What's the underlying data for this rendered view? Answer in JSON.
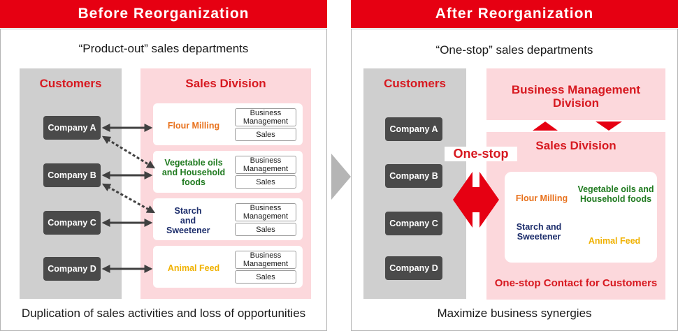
{
  "before": {
    "header": "Before Reorganization",
    "subtitle": "“Product-out” sales departments",
    "customers_title": "Customers",
    "sales_title": "Sales Division",
    "companies": [
      "Company A",
      "Company B",
      "Company C",
      "Company D"
    ],
    "departments": [
      {
        "name": "Flour Milling",
        "color": "#e8711c"
      },
      {
        "name": "Vegetable oils and Household foods",
        "color": "#1f7a1f"
      },
      {
        "name": "Starch and Sweetener",
        "color": "#1c2d6b"
      },
      {
        "name": "Animal Feed",
        "color": "#f0b100"
      }
    ],
    "mini_business": "Business Management",
    "mini_sales": "Sales",
    "footer": "Duplication of sales activities and loss of opportunities"
  },
  "after": {
    "header": "After Reorganization",
    "subtitle": "“One-stop” sales departments",
    "customers_title": "Customers",
    "bm_title": "Business Management Division",
    "sales_title": "Sales Division",
    "one_stop_label": "One-stop",
    "companies": [
      "Company A",
      "Company B",
      "Company C",
      "Company D"
    ],
    "departments": {
      "flour": "Flour Milling",
      "veg": "Vegetable oils and Household foods",
      "starch": "Starch and Sweetener",
      "feed": "Animal Feed"
    },
    "contact_label": "One-stop Contact for Customers",
    "footer": "Maximize business synergies"
  },
  "colors": {
    "accent_red": "#e60012",
    "customers_bg": "#cfcfcf",
    "sales_bg": "#fcd8dc",
    "company_bg": "#4a4a4a",
    "flour": "#e8711c",
    "veg": "#1f7a1f",
    "starch": "#1c2d6b",
    "feed": "#f0b100"
  }
}
